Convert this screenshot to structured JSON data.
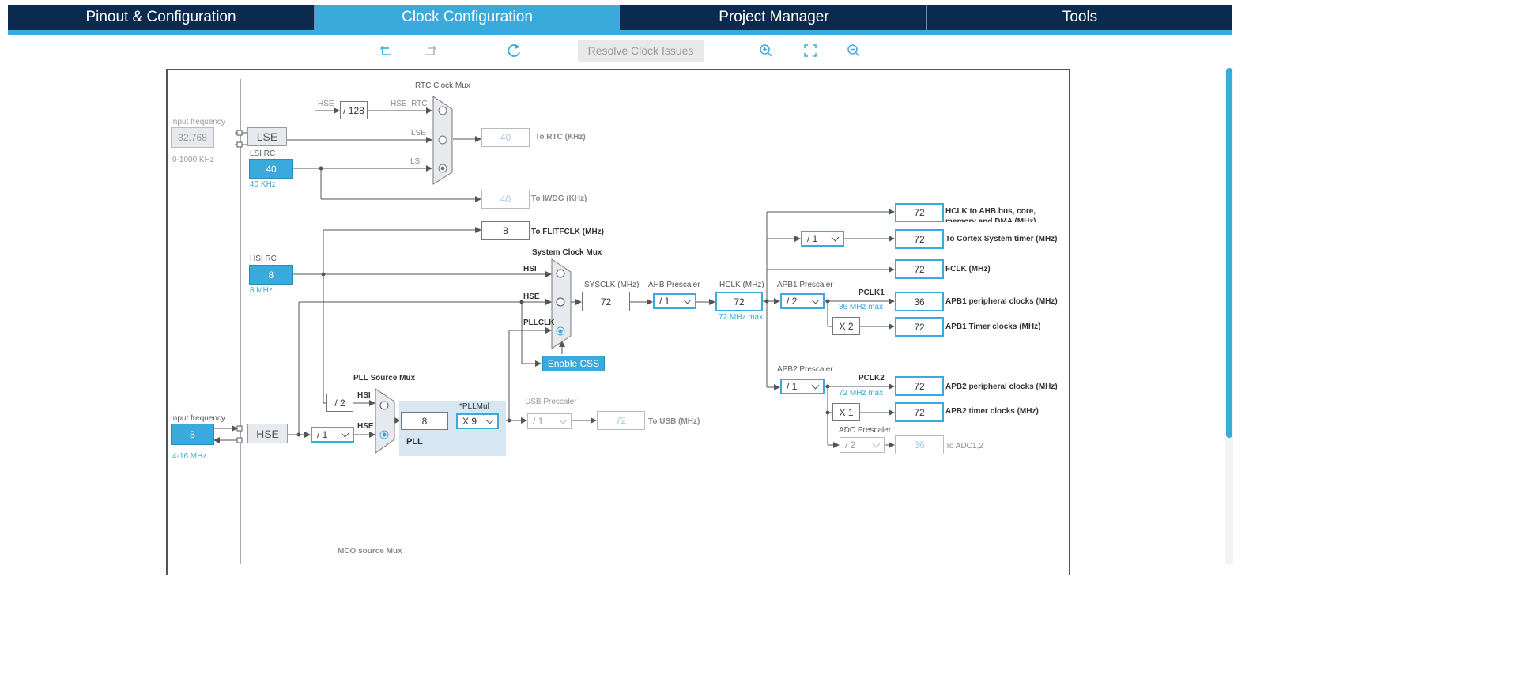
{
  "tabs": [
    {
      "label": "Pinout & Configuration",
      "active": false
    },
    {
      "label": "Clock Configuration",
      "active": true
    },
    {
      "label": "Project Manager",
      "active": false
    },
    {
      "label": "Tools",
      "active": false
    }
  ],
  "toolbar": {
    "resolve_label": "Resolve Clock Issues",
    "icons": [
      "undo-icon",
      "redo-icon",
      "refresh-icon",
      "zoom-in-icon",
      "fit-screen-icon",
      "zoom-out-icon"
    ]
  },
  "colors": {
    "accent": "#3aa9dc",
    "navy": "#0a2a4e",
    "line": "#555555",
    "disabled": "#aaaaaa"
  },
  "diagram": {
    "lse_input": {
      "label": "Input frequency",
      "value": "32.768",
      "range": "0-1000 KHz"
    },
    "lse": "LSE",
    "lsi_rc": {
      "label": "LSI RC",
      "value": "40",
      "unit": "40 KHz"
    },
    "rtc_mux": {
      "title": "RTC Clock Mux",
      "hse": "HSE",
      "div128": "/ 128",
      "hse_rtc": "HSE_RTC",
      "lse": "LSE",
      "lsi": "LSI"
    },
    "to_rtc": {
      "value": "40",
      "label": "To RTC (KHz)"
    },
    "to_iwdg": {
      "value": "40",
      "label": "To IWDG (KHz)"
    },
    "to_flitfclk": {
      "value": "8",
      "label": "To FLITFCLK (MHz)"
    },
    "hsi_rc": {
      "label": "HSI RC",
      "value": "8",
      "unit": "8 MHz"
    },
    "sys_mux": {
      "title": "System Clock Mux",
      "hsi": "HSI",
      "hse": "HSE",
      "pllclk": "PLLCLK"
    },
    "enable_css": "Enable CSS",
    "sysclk": {
      "label": "SYSCLK (MHz)",
      "value": "72"
    },
    "ahb": {
      "label": "AHB Prescaler",
      "value": "/ 1"
    },
    "hclk": {
      "label": "HCLK (MHz)",
      "value": "72",
      "max": "72 MHz max"
    },
    "apb1": {
      "label": "APB1 Prescaler",
      "value": "/ 2",
      "pclk": "PCLK1",
      "max": "36 MHz max",
      "mult": "X 2"
    },
    "apb2": {
      "label": "APB2 Prescaler",
      "value": "/ 1",
      "pclk": "PCLK2",
      "max": "72 MHz max",
      "mult": "X 1"
    },
    "cortex_div": "/ 1",
    "outputs": [
      {
        "value": "72",
        "label": "HCLK to AHB bus, core,",
        "label2": "memory and DMA (MHz)"
      },
      {
        "value": "72",
        "label": "To Cortex System timer (MHz)"
      },
      {
        "value": "72",
        "label": "FCLK (MHz)"
      },
      {
        "value": "36",
        "label": "APB1 peripheral clocks (MHz)"
      },
      {
        "value": "72",
        "label": "APB1 Timer clocks (MHz)"
      },
      {
        "value": "72",
        "label": "APB2 peripheral clocks (MHz)"
      },
      {
        "value": "72",
        "label": "APB2 timer clocks (MHz)"
      }
    ],
    "adc": {
      "label": "ADC Prescaler",
      "value": "/ 2",
      "out": "36",
      "out_label": "To ADC1,2"
    },
    "pll_src": {
      "title": "PLL Source Mux",
      "div2": "/ 2",
      "hsi": "HSI",
      "hse": "HSE"
    },
    "pll": {
      "label": "PLL",
      "value": "8",
      "mul_label": "*PLLMul",
      "mul": "X 9"
    },
    "usb": {
      "label": "USB Prescaler",
      "value": "/ 1",
      "out": "72",
      "out_label": "To USB (MHz)"
    },
    "hse_input": {
      "label": "Input frequency",
      "value": "8",
      "range": "4-16 MHz"
    },
    "hse": "HSE",
    "hse_div": "/ 1",
    "mco": "MCO source Mux"
  }
}
